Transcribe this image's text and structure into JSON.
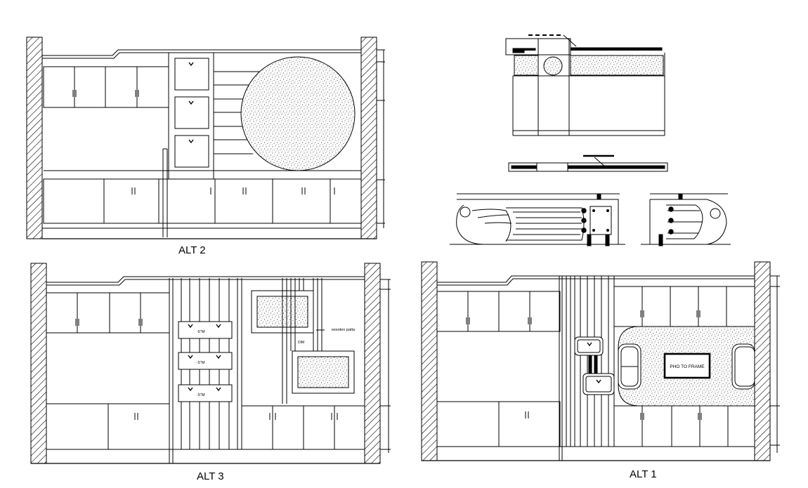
{
  "captions": {
    "alt2": "ALT 2",
    "alt3": "ALT 3",
    "alt1": "ALT 1"
  },
  "notes": {
    "size_label": "-5\"M",
    "wooden_patta": "wooden patta",
    "dim_label": "DIM"
  },
  "photo_frame_label": "PHO TO FRAME",
  "colors": {
    "line": "#000000",
    "background": "#ffffff"
  }
}
